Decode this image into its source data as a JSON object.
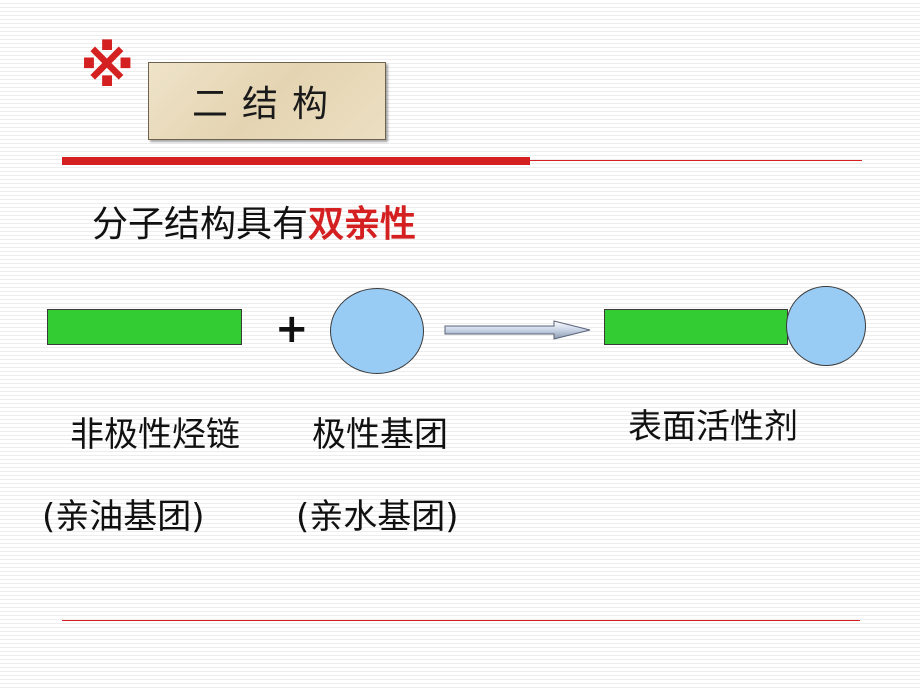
{
  "slide": {
    "marker": "※",
    "heading": "二结构",
    "intro_text": "分子结构具有",
    "intro_highlight": "双亲性",
    "plus_sign": "+",
    "labels": {
      "chain": "非极性烃链",
      "chain_note": "(亲油基团)",
      "group": "极性基团",
      "group_note": "(亲水基团)",
      "result": "表面活性剂"
    },
    "colors": {
      "accent": "#d42020",
      "bar": "#33cc33",
      "circle": "#99ccf5",
      "box": "#e4d4b2"
    }
  }
}
